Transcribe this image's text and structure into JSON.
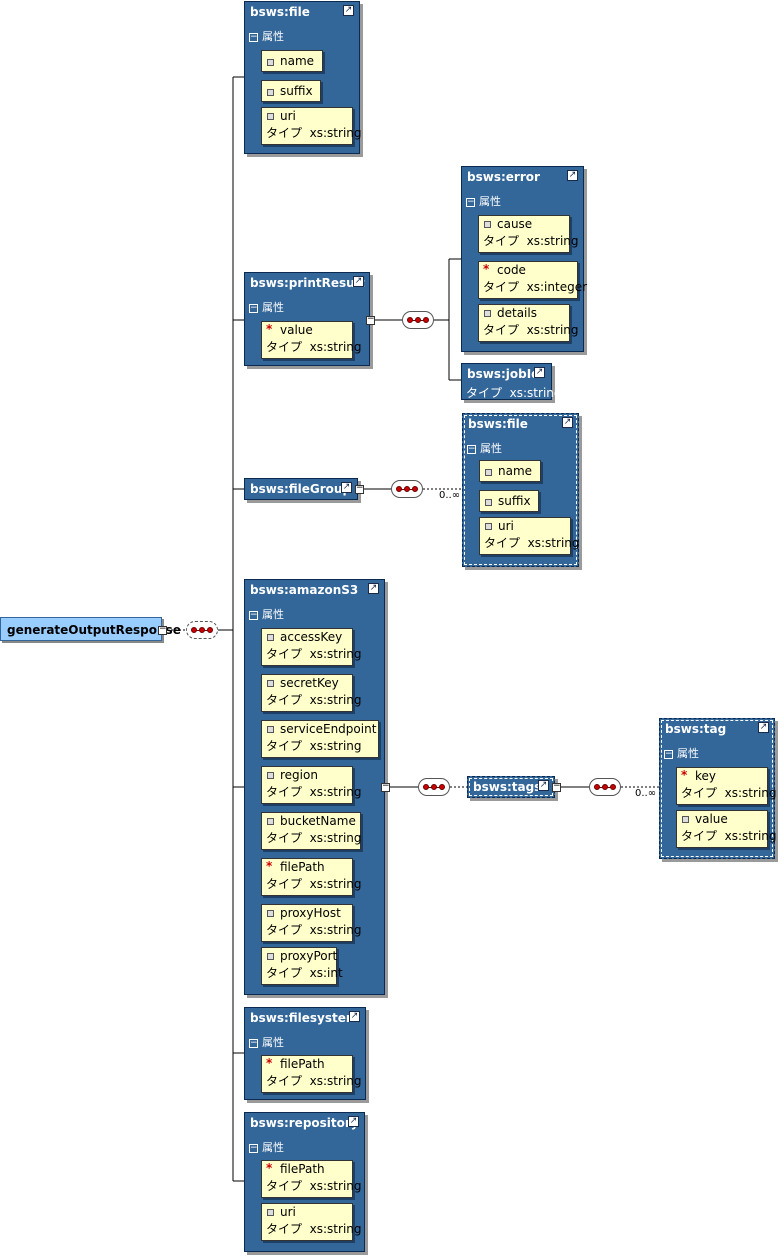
{
  "root": {
    "name": "generateOutputResponse"
  },
  "attr_header": "属性",
  "type_prefix": "タイプ",
  "occurrence": "0..∞",
  "colors": {
    "element_fill": "#336699",
    "attribute_fill": "#ffffcc",
    "root_fill": "#99ccff",
    "required_marker": "#cc0000"
  },
  "elements": {
    "file": {
      "name": "bsws:file",
      "attrs": [
        {
          "name": "name",
          "type": ""
        },
        {
          "name": "suffix",
          "type": ""
        },
        {
          "name": "uri",
          "type": "xs:string"
        }
      ]
    },
    "printResult": {
      "name": "bsws:printResult",
      "attrs": [
        {
          "name": "value",
          "type": "xs:string",
          "required": true
        }
      ]
    },
    "error": {
      "name": "bsws:error",
      "attrs": [
        {
          "name": "cause",
          "type": "xs:string"
        },
        {
          "name": "code",
          "type": "xs:integer",
          "required": true
        },
        {
          "name": "details",
          "type": "xs:string"
        }
      ]
    },
    "jobId": {
      "name": "bsws:jobId",
      "type": "xs:string"
    },
    "fileGroup": {
      "name": "bsws:fileGroup"
    },
    "fileGroupFile": {
      "name": "bsws:file",
      "attrs": [
        {
          "name": "name",
          "type": ""
        },
        {
          "name": "suffix",
          "type": ""
        },
        {
          "name": "uri",
          "type": "xs:string"
        }
      ]
    },
    "amazonS3": {
      "name": "bsws:amazonS3",
      "attrs": [
        {
          "name": "accessKey",
          "type": "xs:string"
        },
        {
          "name": "secretKey",
          "type": "xs:string"
        },
        {
          "name": "serviceEndpoint",
          "type": "xs:string"
        },
        {
          "name": "region",
          "type": "xs:string"
        },
        {
          "name": "bucketName",
          "type": "xs:string"
        },
        {
          "name": "filePath",
          "type": "xs:string",
          "required": true
        },
        {
          "name": "proxyHost",
          "type": "xs:string"
        },
        {
          "name": "proxyPort",
          "type": "xs:int"
        }
      ]
    },
    "tags": {
      "name": "bsws:tags"
    },
    "tag": {
      "name": "bsws:tag",
      "attrs": [
        {
          "name": "key",
          "type": "xs:string",
          "required": true
        },
        {
          "name": "value",
          "type": "xs:string"
        }
      ]
    },
    "filesystem": {
      "name": "bsws:filesystem",
      "attrs": [
        {
          "name": "filePath",
          "type": "xs:string",
          "required": true
        }
      ]
    },
    "repository": {
      "name": "bsws:repository",
      "attrs": [
        {
          "name": "filePath",
          "type": "xs:string",
          "required": true
        },
        {
          "name": "uri",
          "type": "xs:string"
        }
      ]
    }
  }
}
